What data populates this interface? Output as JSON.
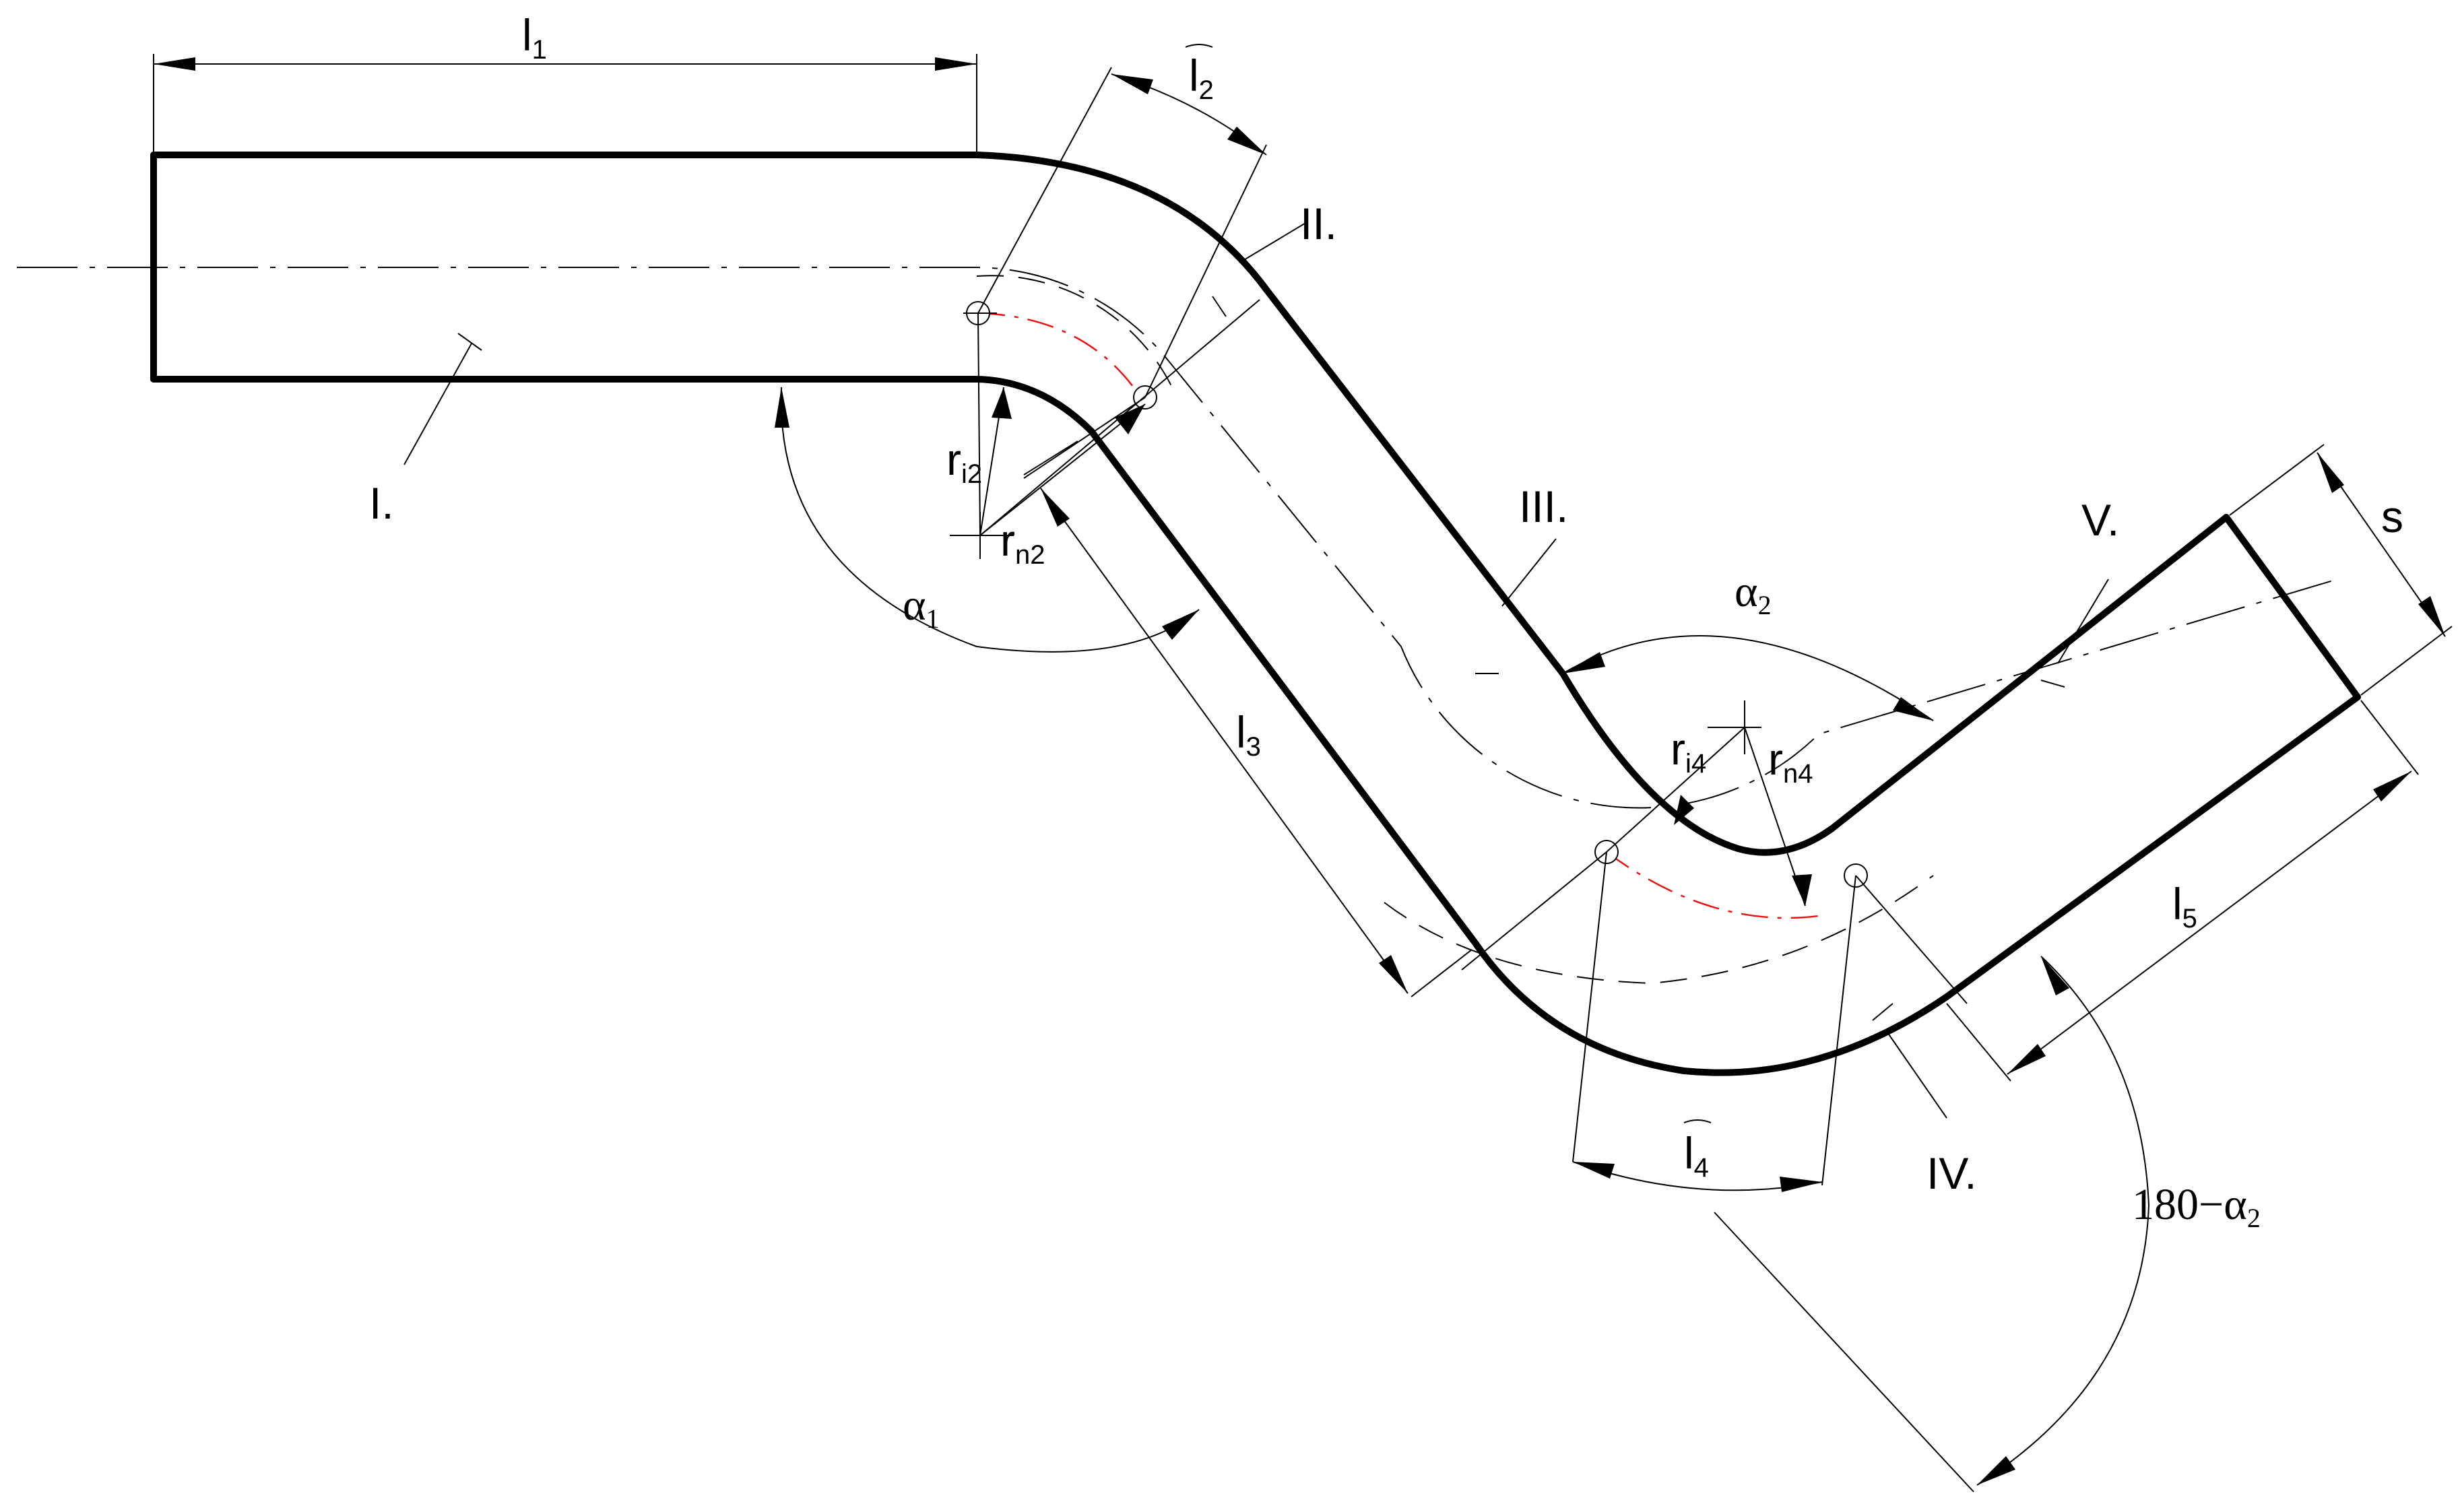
{
  "labels": {
    "l1": "l",
    "l1_sub": "1",
    "l2": "l",
    "l2_sub": "2",
    "l3": "l",
    "l3_sub": "3",
    "l4": "l",
    "l4_sub": "4",
    "l5": "l",
    "l5_sub": "5",
    "s": "s",
    "alpha1": "α",
    "alpha1_sub": "1",
    "alpha2": "α",
    "alpha2_sub": "2",
    "supp_prefix": "180−α",
    "supp_sub": "2",
    "ri2": "r",
    "ri2_sub": "i2",
    "rn2": "r",
    "rn2_sub": "n2",
    "ri4": "r",
    "ri4_sub": "i4",
    "rn4": "r",
    "rn4_sub": "n4"
  },
  "sections": [
    "I.",
    "II.",
    "III.",
    "IV.",
    "V."
  ],
  "colors": {
    "line": "#000000",
    "neutral_arc": "#e11111",
    "background": "#ffffff"
  }
}
